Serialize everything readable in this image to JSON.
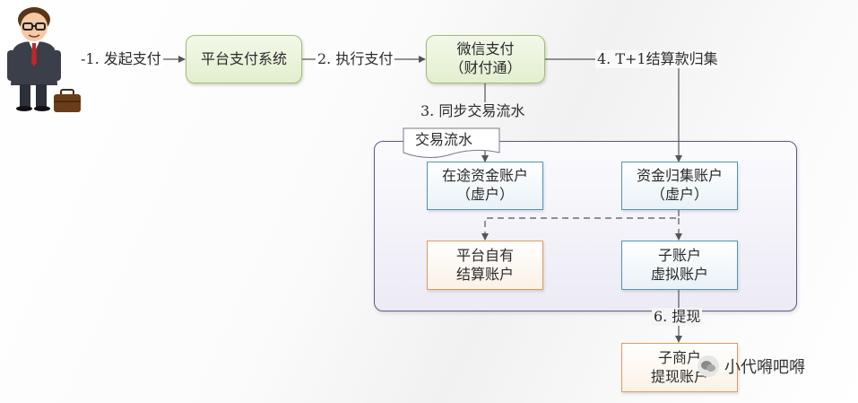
{
  "nodes": {
    "platform_payment_system": "平台支付系统",
    "wechat_pay": "微信支付\n（财付通）",
    "in_transit_account": "在途资金账户\n（虚户）",
    "collection_account": "资金归集账户\n（虚户）",
    "platform_settlement_account": "平台自有\n结算账户",
    "sub_virtual_account": "子账户\n虚拟账户",
    "merchant_withdraw_account": "子商户\n提现账户"
  },
  "document_label": "交易流水",
  "steps": {
    "step1": "-1. 发起支付",
    "step2": "2. 执行支付",
    "step3": "3. 同步交易流水",
    "step4": "4. T+1结算款归集",
    "step6": "6. 提现"
  },
  "watermark": "小代嘚吧嘚",
  "colors": {
    "green_border": "#9fbf6f",
    "blue_border": "#4e97b1",
    "orange_border": "#e09b5c",
    "container_border": "#5a5b86",
    "arrow": "#555555"
  }
}
